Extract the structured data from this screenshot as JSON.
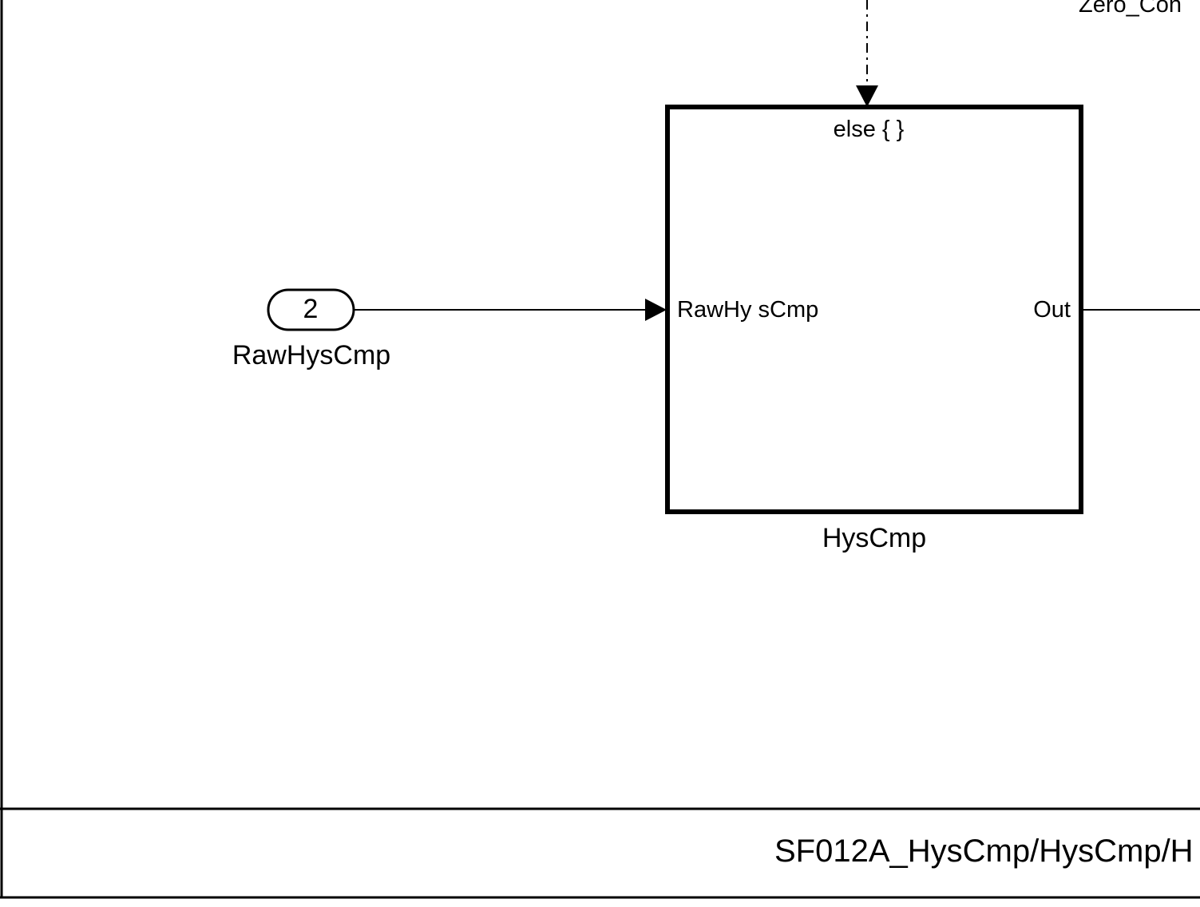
{
  "diagram": {
    "top_right_label": "Zero_Con",
    "inport": {
      "number": "2",
      "name": "RawHysCmp"
    },
    "subsystem": {
      "action_label": "else { }",
      "input_port_label": "RawHy sCmp",
      "output_port_label": "Out",
      "name": "HysCmp"
    },
    "footer_path": "SF012A_HysCmp/HysCmp/H"
  },
  "colors": {
    "line": "#000000",
    "background": "#ffffff"
  },
  "icons": {
    "signal_arrow": "filled-triangle-arrow",
    "action_arrow": "filled-triangle-arrow"
  }
}
